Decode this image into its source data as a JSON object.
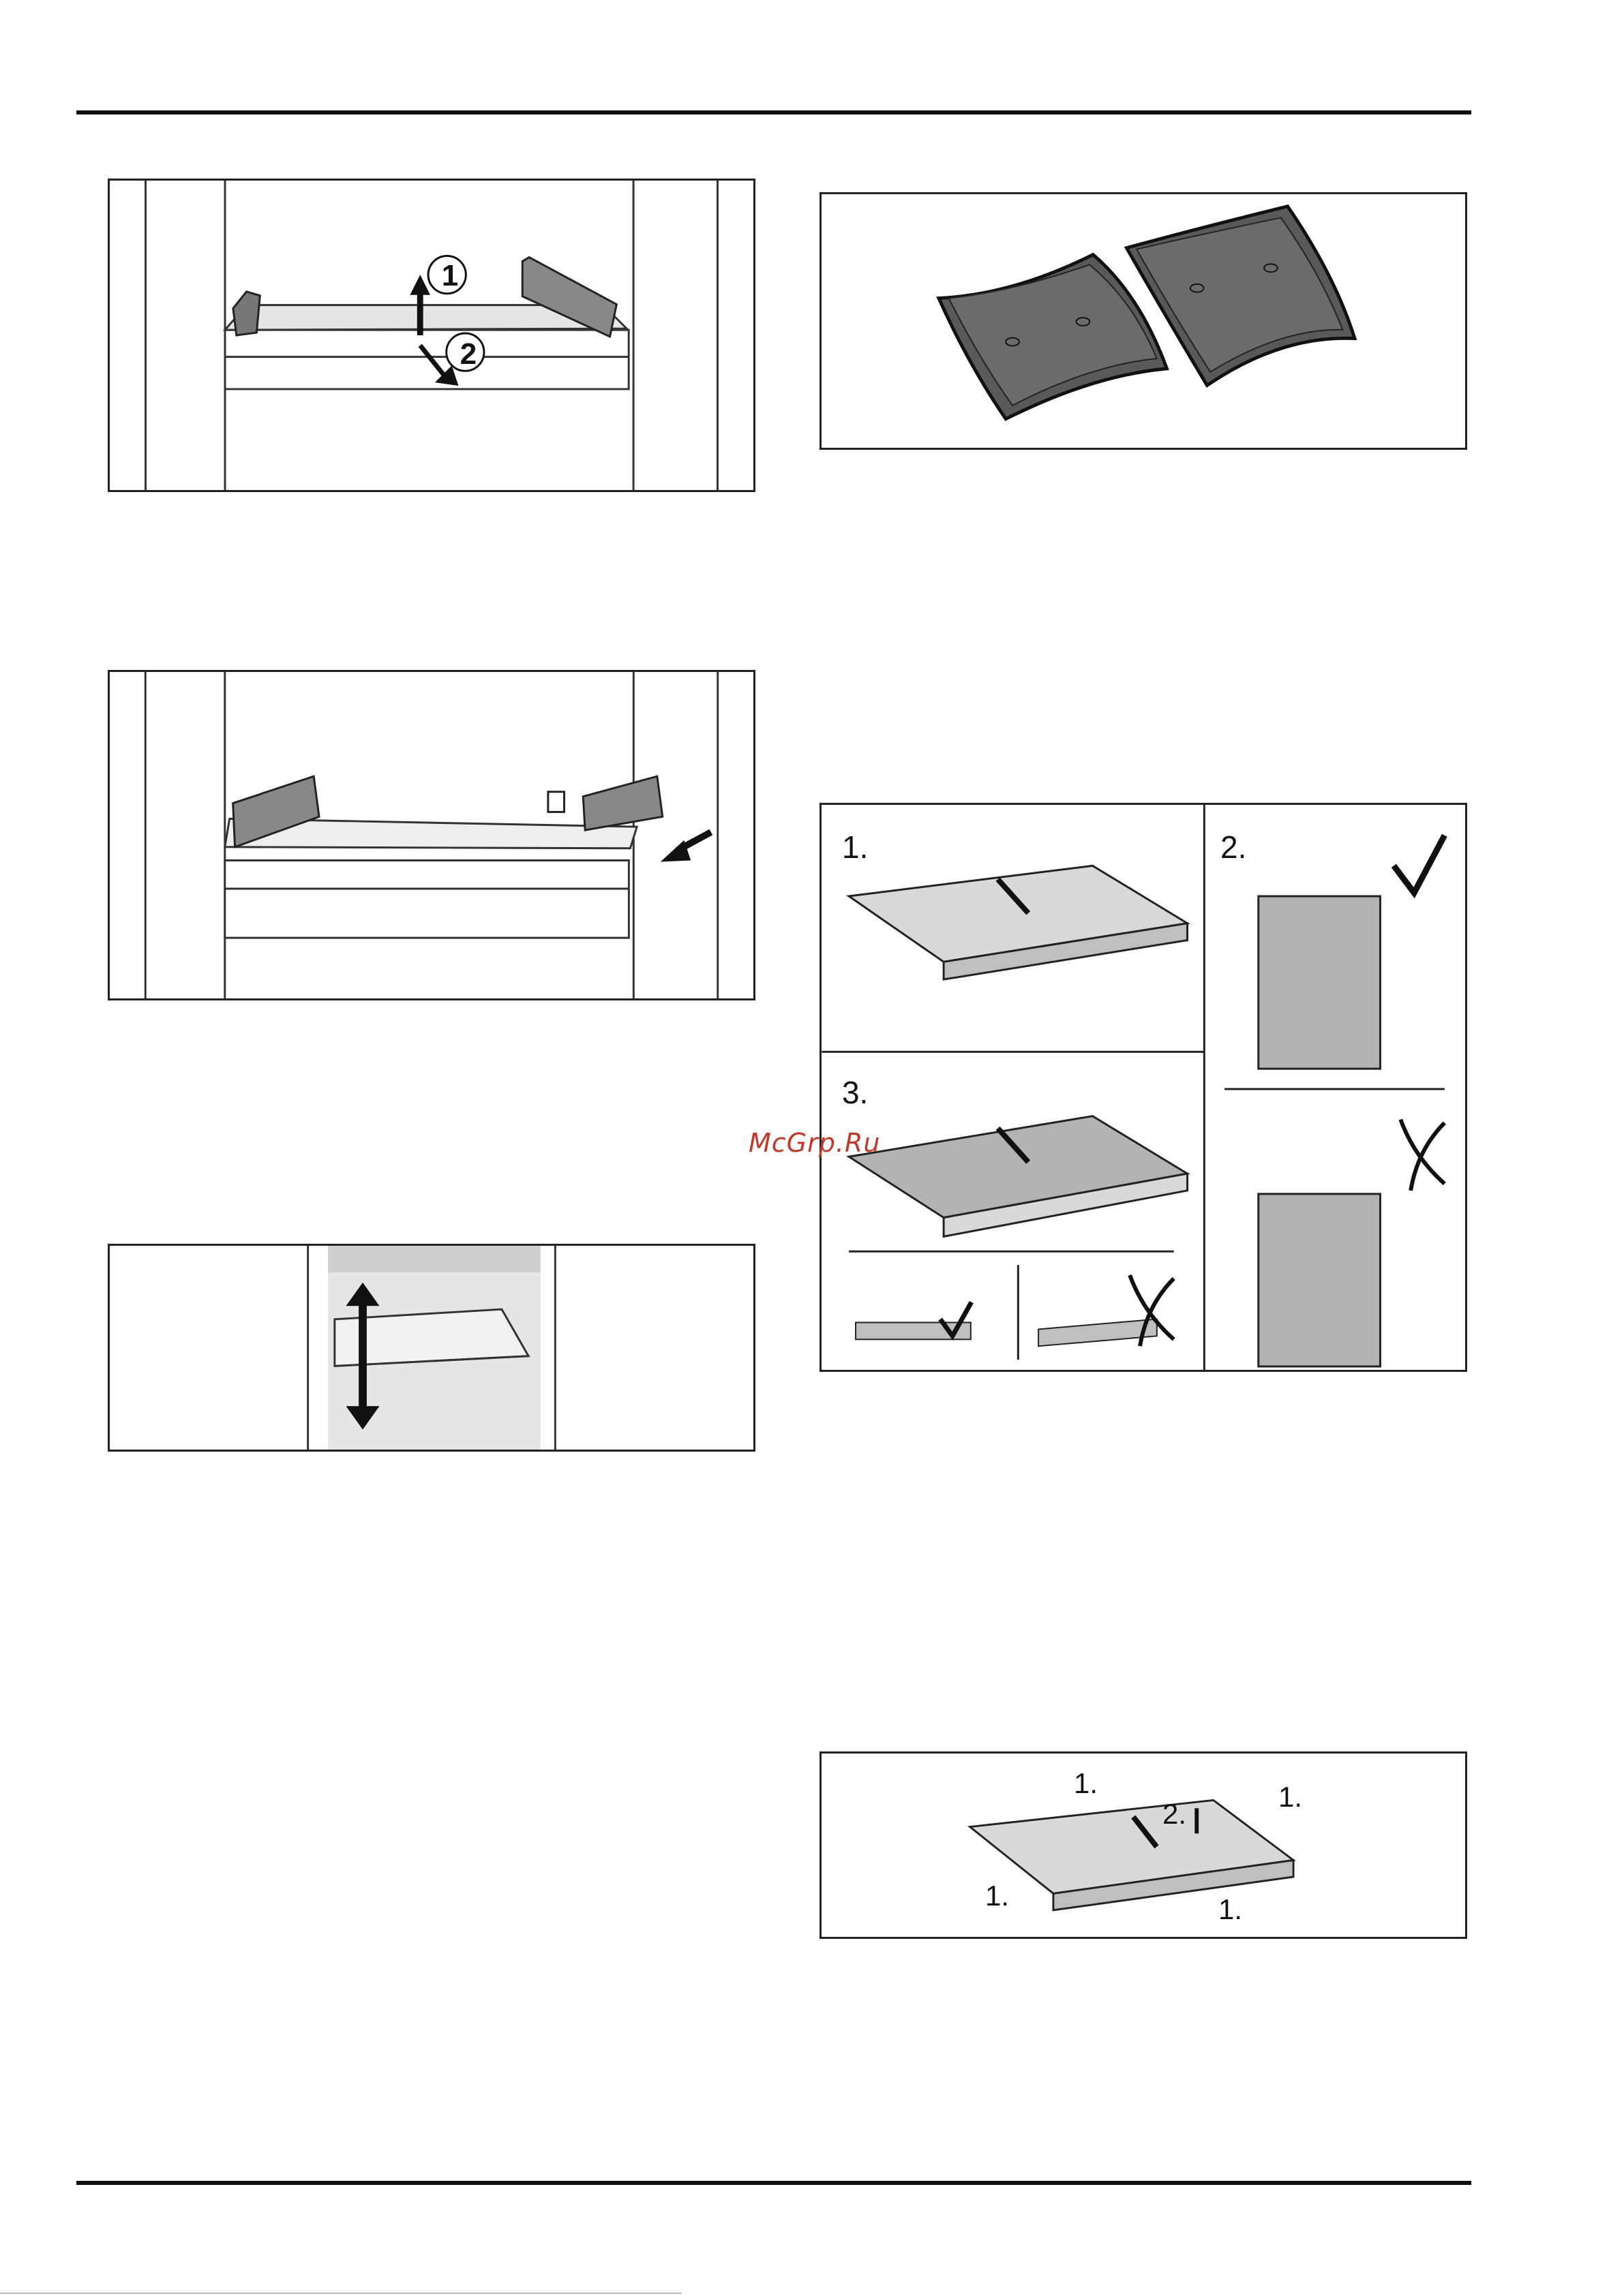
{
  "figures": {
    "shelf_remove": {
      "step_1": "1",
      "step_2": "2"
    },
    "odor_filter_pads": {},
    "filter_tray_fill": {
      "panel_1": "1.",
      "panel_2": "2.",
      "panel_3": "3."
    },
    "drawer_height": {},
    "filter_tray_open": {
      "label_top_left": "1.",
      "label_top_right": "1.",
      "label_center": "2.",
      "label_bottom_left": "1.",
      "label_bottom_right": "1."
    }
  },
  "watermark": "McGrp.Ru",
  "colors": {
    "ink": "#111111",
    "pad": "#595959",
    "tray": "#d9d9d9",
    "water": "#b3b3b3",
    "watermark": "#c0392b"
  }
}
